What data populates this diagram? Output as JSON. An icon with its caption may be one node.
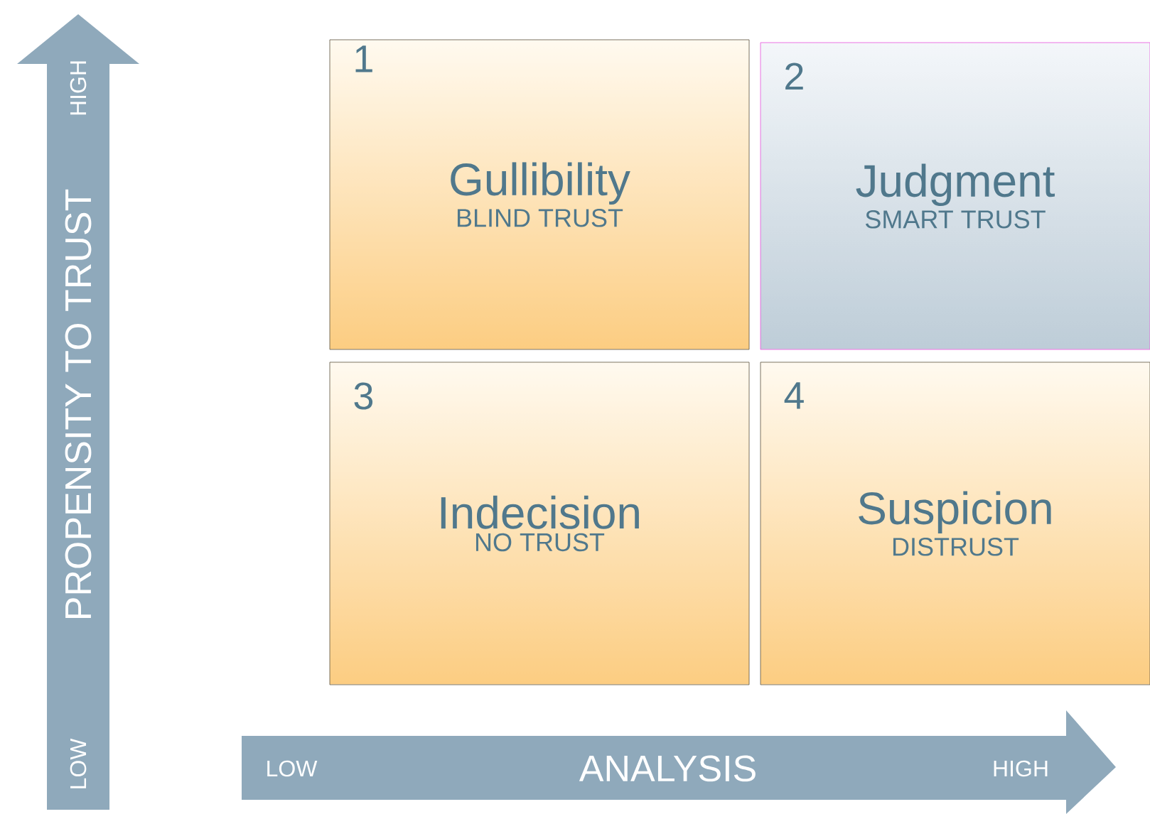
{
  "diagram": {
    "nodes": [
      {
        "text": [
          "1",
          "Gullibility",
          "BLIND TRUST"
        ]
      },
      {
        "text": [
          "2",
          "Judgment",
          "SMART TRUST"
        ]
      },
      {
        "text": [
          "3",
          "Indecision",
          "NO TRUST"
        ]
      },
      {
        "text": [
          "4",
          "Suspicion",
          "DISTRUST"
        ]
      }
    ],
    "labels": [
      "HIGH",
      "PROPENSITY TO TRUST",
      "LOW",
      "LOW",
      "ANALYSIS",
      "HIGH"
    ]
  }
}
